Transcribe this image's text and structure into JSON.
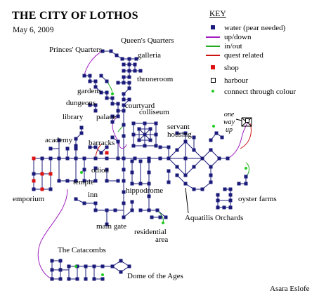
{
  "title": "THE CITY OF LOTHOS",
  "date": "May 6, 2009",
  "signature": "Asara Eslofe",
  "one_way": {
    "line1": "one",
    "line2": "way",
    "line3": "up"
  },
  "key": {
    "heading": "KEY",
    "items": [
      {
        "label": "water (pear needed)",
        "symbol": "square",
        "color": "#1a1a7a"
      },
      {
        "label": "up/down",
        "symbol": "line",
        "color": "#a020c0"
      },
      {
        "label": "in/out",
        "symbol": "line",
        "color": "#22aa22"
      },
      {
        "label": "quest related",
        "symbol": "line",
        "color": "#cc1111"
      },
      {
        "label": "shop",
        "symbol": "square",
        "color": "#dd1111"
      },
      {
        "label": "harbour",
        "symbol": "hollow-square",
        "color": "#000000"
      },
      {
        "label": "connect through colour",
        "symbol": "dot",
        "color": "#22cc22"
      }
    ]
  },
  "labels": {
    "queens_quarters": "Queen's Quarters",
    "princes_quarters": "Princes' Quarters",
    "galleria": "galleria",
    "throneroom": "throneroom",
    "gardens": "gardens",
    "dungeons": "dungeons",
    "courtyard": "courtyard",
    "palace": "palace",
    "library": "library",
    "colliseum": "colliseum",
    "servant_housing": "servant\nhousing",
    "academy": "academy",
    "barracks": "barracks",
    "odion": "odion",
    "temple": "temple",
    "emporium": "emporium",
    "hippodrome": "hippodrome",
    "inn": "inn",
    "main_gate": "main gate",
    "residential_area": "residential\narea",
    "aquatilis_orchards": "Aquatilis Orchards",
    "oyster_farms": "oyster farms",
    "catacombs": "The Catacombs",
    "dome_of_ages": "Dome of the Ages"
  },
  "colors": {
    "water": "#1a1a7a",
    "path": "#1a1a7a",
    "updown": "#a020c0",
    "inout": "#22aa22",
    "quest": "#cc1111",
    "shop": "#dd1111",
    "connect": "#22cc22"
  }
}
